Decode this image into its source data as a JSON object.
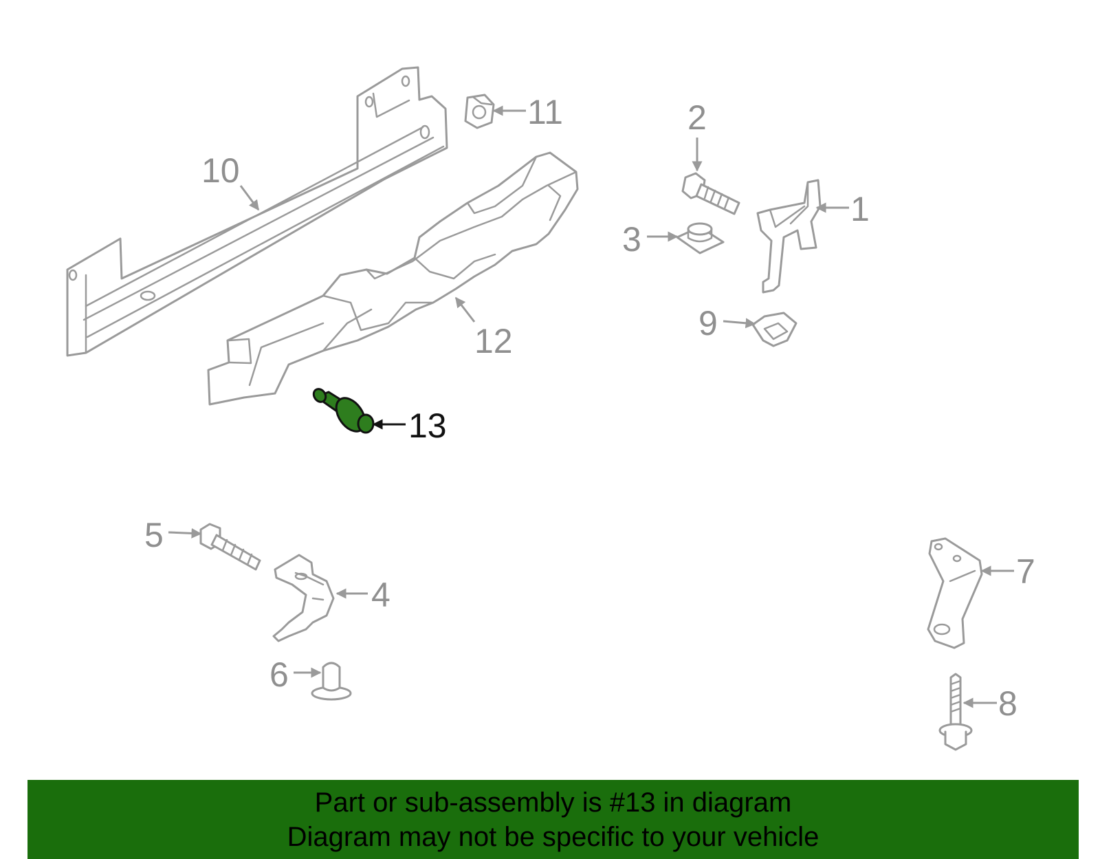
{
  "callouts": {
    "c1": "1",
    "c2": "2",
    "c3": "3",
    "c4": "4",
    "c5": "5",
    "c6": "6",
    "c7": "7",
    "c8": "8",
    "c9": "9",
    "c10": "10",
    "c11": "11",
    "c12": "12",
    "c13": "13"
  },
  "highlighted_part": "13",
  "colors": {
    "part_outline": "#9a9a9a",
    "highlight_fill": "#2e7d1e",
    "banner_background": "#1a6e0c"
  },
  "banner": {
    "line1": "Part or sub-assembly is #13 in diagram",
    "line2": "Diagram may not be specific to your vehicle"
  }
}
